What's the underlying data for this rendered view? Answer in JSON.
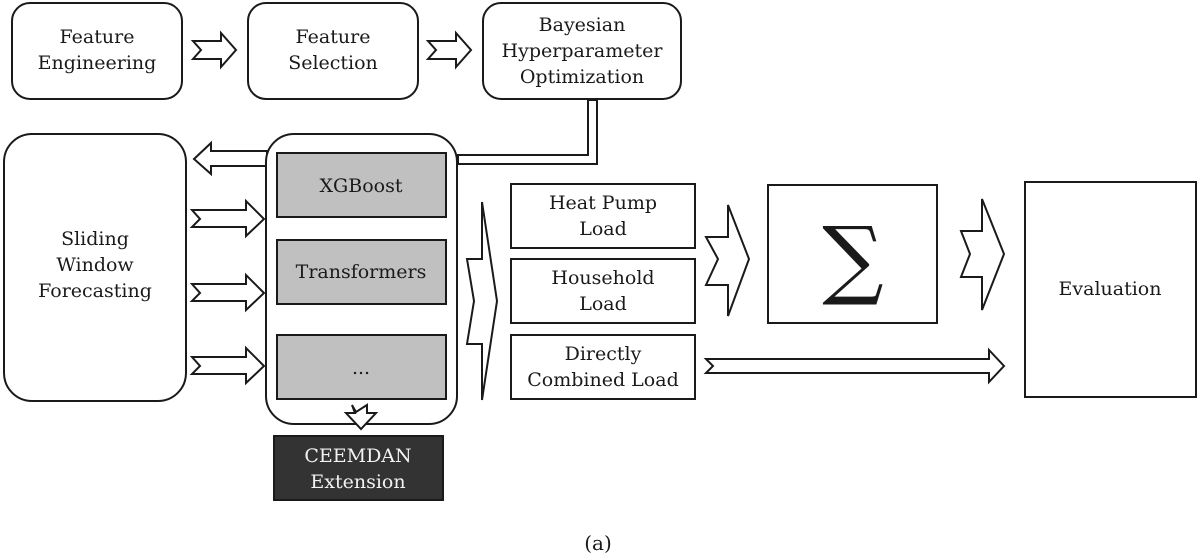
{
  "diagram": {
    "top_row": [
      {
        "id": "feature-engineering",
        "lines": [
          "Feature",
          "Engineering"
        ]
      },
      {
        "id": "feature-selection",
        "lines": [
          "Feature",
          "Selection"
        ]
      },
      {
        "id": "bayesian-optimization",
        "lines": [
          "Bayesian",
          "Hyperparameter",
          "Optimization"
        ]
      }
    ],
    "sliding_window": {
      "lines": [
        "Sliding",
        "Window",
        "Forecasting"
      ]
    },
    "models": [
      {
        "label": "XGBoost"
      },
      {
        "label": "Transformers"
      },
      {
        "label": "..."
      }
    ],
    "ceemdan": {
      "lines": [
        "CEEMDAN",
        "Extension"
      ]
    },
    "loads": [
      {
        "lines": [
          "Heat Pump",
          "Load"
        ]
      },
      {
        "lines": [
          "Household",
          "Load"
        ]
      },
      {
        "lines": [
          "Directly",
          "Combined Load"
        ]
      }
    ],
    "sum_symbol": "∑",
    "evaluation": {
      "label": "Evaluation"
    },
    "caption": "(a)",
    "colors": {
      "stroke": "#1a1a1a",
      "model_fill": "#c0c0c0",
      "ceemdan_fill": "#333333",
      "ceemdan_text": "#f2f2f2"
    }
  }
}
